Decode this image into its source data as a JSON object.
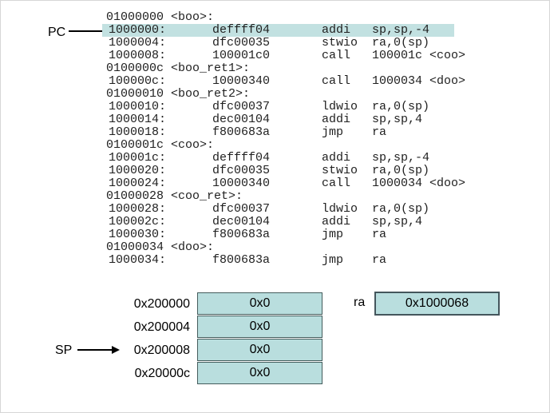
{
  "pc_label": "PC",
  "sp_label": "SP",
  "ra_label": "ra",
  "ra_value": "0x1000068",
  "pc_highlight_line": 1,
  "sp_pointer_addr": "0x200008",
  "listing": [
    {
      "c1": "01000000 <boo>:"
    },
    {
      "c1": "1000000:",
      "c2": "deffff04",
      "c3": "addi",
      "c4": "sp,sp,-4"
    },
    {
      "c1": "1000004:",
      "c2": "dfc00035",
      "c3": "stwio",
      "c4": "ra,0(sp)"
    },
    {
      "c1": "1000008:",
      "c2": "100001c0",
      "c3": "call",
      "c4": "100001c <coo>"
    },
    {
      "c1": "0100000c <boo_ret1>:"
    },
    {
      "c1": "100000c:",
      "c2": "10000340",
      "c3": "call",
      "c4": "1000034 <doo>"
    },
    {
      "c1": "01000010 <boo_ret2>:"
    },
    {
      "c1": "1000010:",
      "c2": "dfc00037",
      "c3": "ldwio",
      "c4": "ra,0(sp)"
    },
    {
      "c1": "1000014:",
      "c2": "dec00104",
      "c3": "addi",
      "c4": "sp,sp,4"
    },
    {
      "c1": "1000018:",
      "c2": "f800683a",
      "c3": "jmp",
      "c4": "ra"
    },
    {
      "c1": "0100001c <coo>:"
    },
    {
      "c1": "100001c:",
      "c2": "deffff04",
      "c3": "addi",
      "c4": "sp,sp,-4"
    },
    {
      "c1": "1000020:",
      "c2": "dfc00035",
      "c3": "stwio",
      "c4": "ra,0(sp)"
    },
    {
      "c1": "1000024:",
      "c2": "10000340",
      "c3": "call",
      "c4": "1000034 <doo>"
    },
    {
      "c1": "01000028 <coo_ret>:"
    },
    {
      "c1": "1000028:",
      "c2": "dfc00037",
      "c3": "ldwio",
      "c4": "ra,0(sp)"
    },
    {
      "c1": "100002c:",
      "c2": "dec00104",
      "c3": "addi",
      "c4": "sp,sp,4"
    },
    {
      "c1": "1000030:",
      "c2": "f800683a",
      "c3": "jmp",
      "c4": "ra"
    },
    {
      "c1": "01000034 <doo>:"
    },
    {
      "c1": "1000034:",
      "c2": "f800683a",
      "c3": "jmp",
      "c4": "ra"
    }
  ],
  "stack": [
    {
      "addr": "0x200000",
      "value": "0x0"
    },
    {
      "addr": "0x200004",
      "value": "0x0"
    },
    {
      "addr": "0x200008",
      "value": "0x0"
    },
    {
      "addr": "0x20000c",
      "value": "0x0"
    }
  ],
  "colors": {
    "highlight": "#c2e1e1",
    "cell_fill": "#b9dede",
    "cell_border": "#445c5c"
  }
}
